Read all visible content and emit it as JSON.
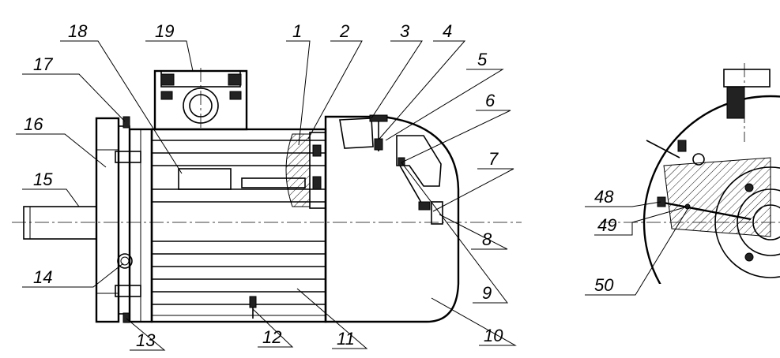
{
  "drawing": {
    "callouts": [
      {
        "id": "c1",
        "label": "1"
      },
      {
        "id": "c2",
        "label": "2"
      },
      {
        "id": "c3",
        "label": "3"
      },
      {
        "id": "c4",
        "label": "4"
      },
      {
        "id": "c5",
        "label": "5"
      },
      {
        "id": "c6",
        "label": "6"
      },
      {
        "id": "c7",
        "label": "7"
      },
      {
        "id": "c8",
        "label": "8"
      },
      {
        "id": "c9",
        "label": "9"
      },
      {
        "id": "c10",
        "label": "10"
      },
      {
        "id": "c11",
        "label": "11"
      },
      {
        "id": "c12",
        "label": "12"
      },
      {
        "id": "c13",
        "label": "13"
      },
      {
        "id": "c14",
        "label": "14"
      },
      {
        "id": "c15",
        "label": "15"
      },
      {
        "id": "c16",
        "label": "16"
      },
      {
        "id": "c17",
        "label": "17"
      },
      {
        "id": "c18",
        "label": "18"
      },
      {
        "id": "c19",
        "label": "19"
      },
      {
        "id": "c48",
        "label": "48"
      },
      {
        "id": "c49",
        "label": "49"
      },
      {
        "id": "c50",
        "label": "50"
      }
    ]
  }
}
